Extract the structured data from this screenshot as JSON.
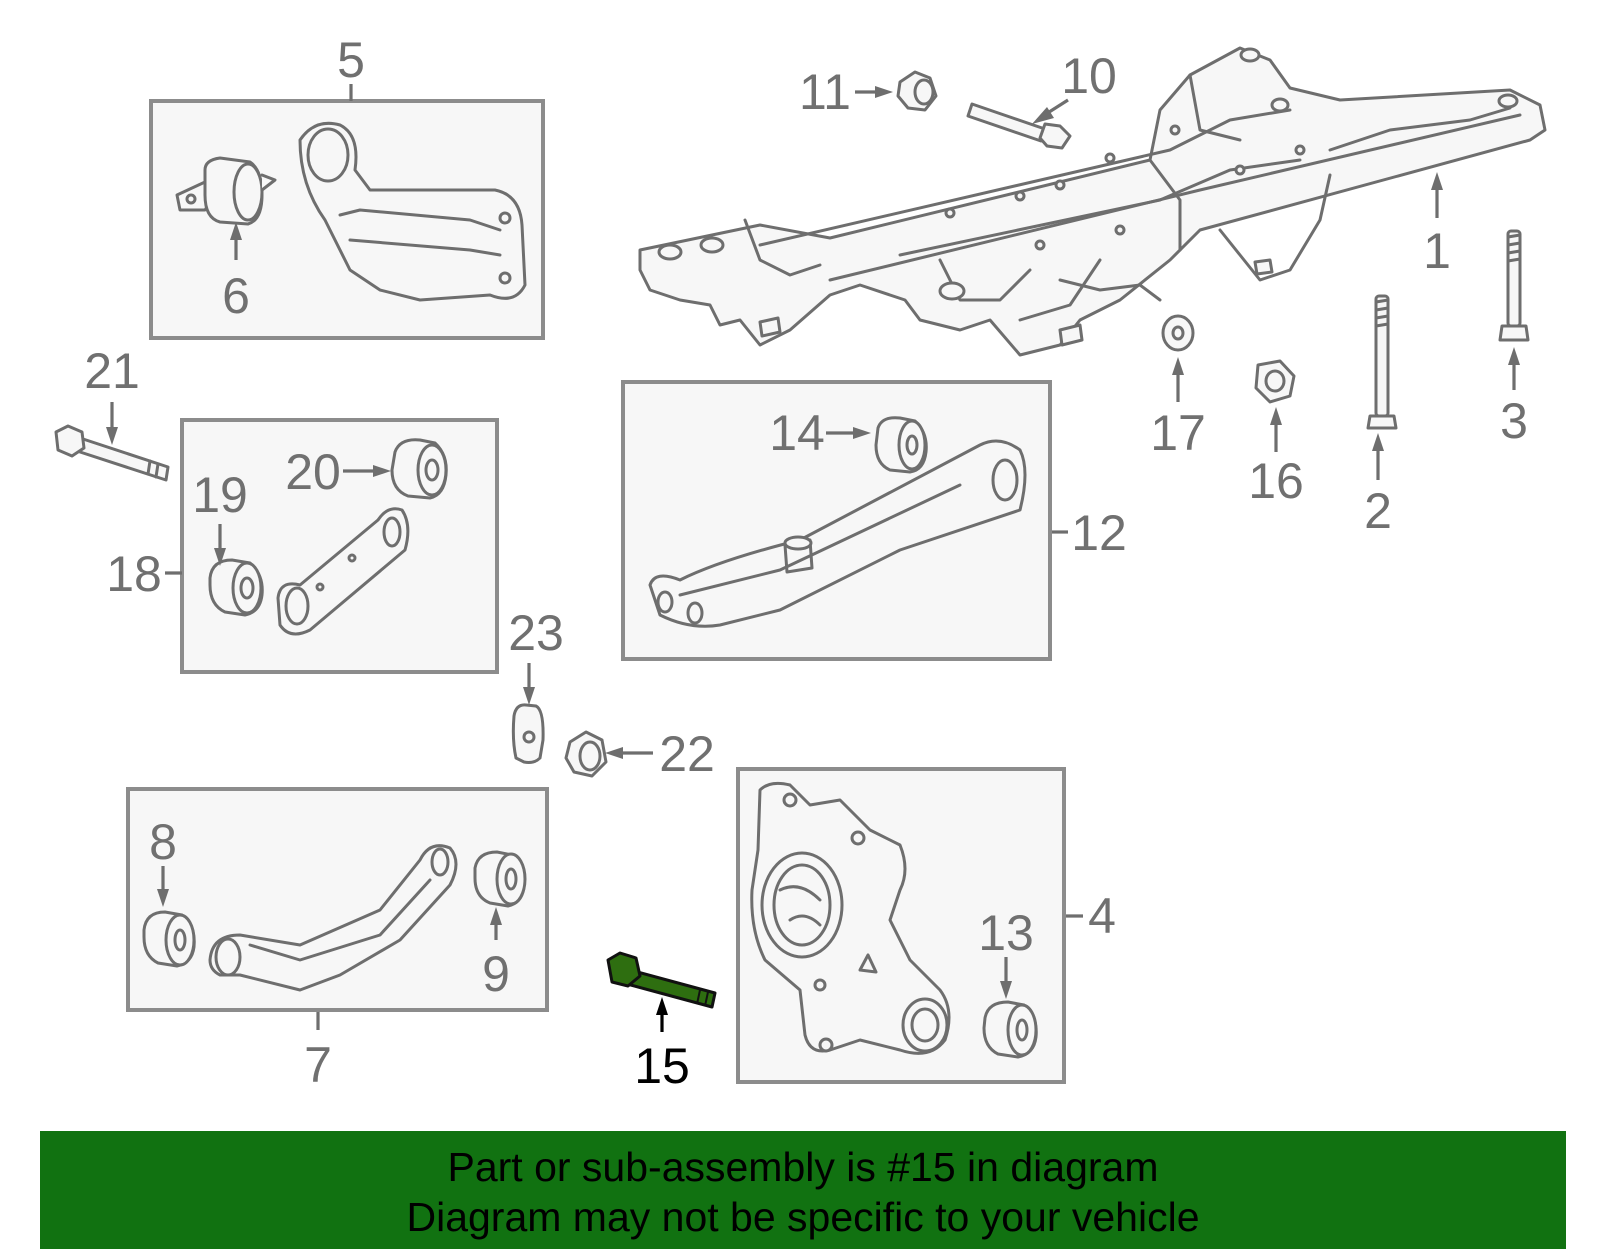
{
  "diagram": {
    "highlighted_part": "15",
    "callouts": [
      "1",
      "2",
      "3",
      "4",
      "5",
      "6",
      "7",
      "8",
      "9",
      "10",
      "11",
      "12",
      "13",
      "14",
      "15",
      "16",
      "17",
      "18",
      "19",
      "20",
      "21",
      "22",
      "23"
    ]
  },
  "banner": {
    "line1": "Part or sub-assembly is #15 in diagram",
    "line2": "Diagram may not be specific to your vehicle",
    "background_color": "#117211"
  },
  "colors": {
    "highlight_part": "#2e6e10",
    "outline": "#6e6e6e",
    "box_fill": "#f7f7f7"
  }
}
